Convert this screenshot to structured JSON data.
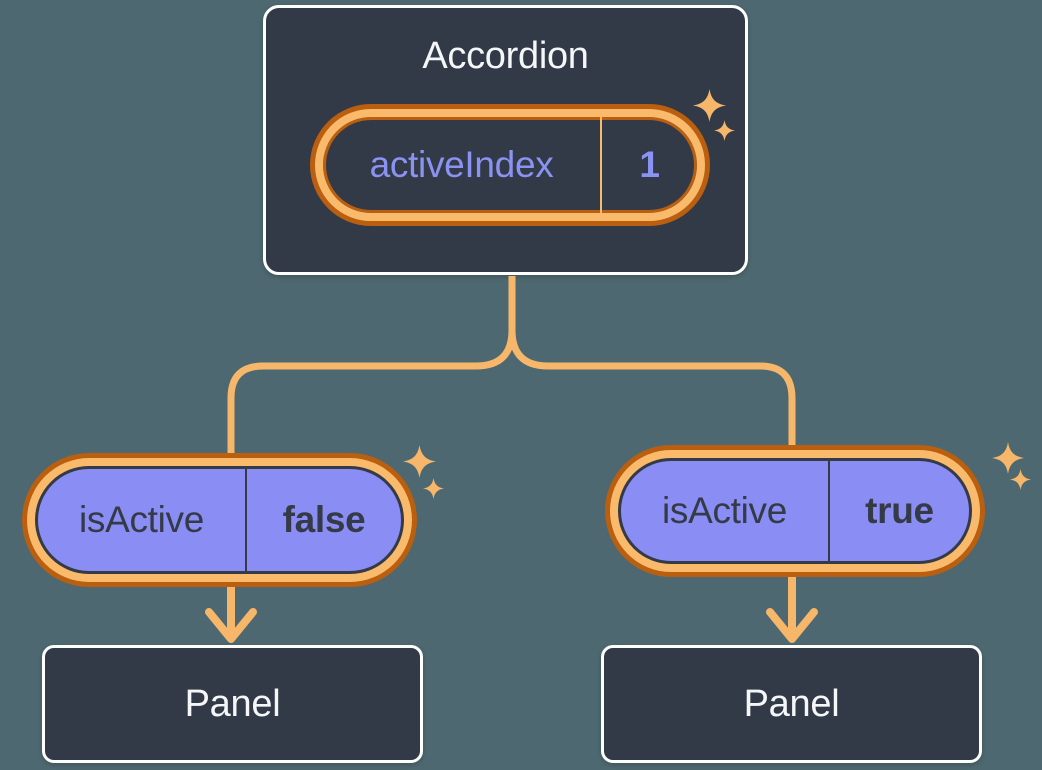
{
  "accordion": {
    "title": "Accordion",
    "state": {
      "name": "activeIndex",
      "value": "1"
    }
  },
  "children": [
    {
      "prop": {
        "name": "isActive",
        "value": "false"
      },
      "panel_label": "Panel"
    },
    {
      "prop": {
        "name": "isActive",
        "value": "true"
      },
      "panel_label": "Panel"
    }
  ],
  "icons": {
    "sparkle": "sparkle-icon"
  },
  "colors": {
    "background": "#4D6870",
    "node_fill": "#333A47",
    "node_border": "#FFFFFF",
    "node_text": "#F5F6F8",
    "ring_dark_orange": "#BA5E10",
    "ring_light_orange": "#F9BA6B",
    "connector_orange": "#F7B76A",
    "pill_purple_fill": "#8A8DF4",
    "pill_purple_text": "#8B93F2",
    "pill_dark_text": "#343A46"
  }
}
